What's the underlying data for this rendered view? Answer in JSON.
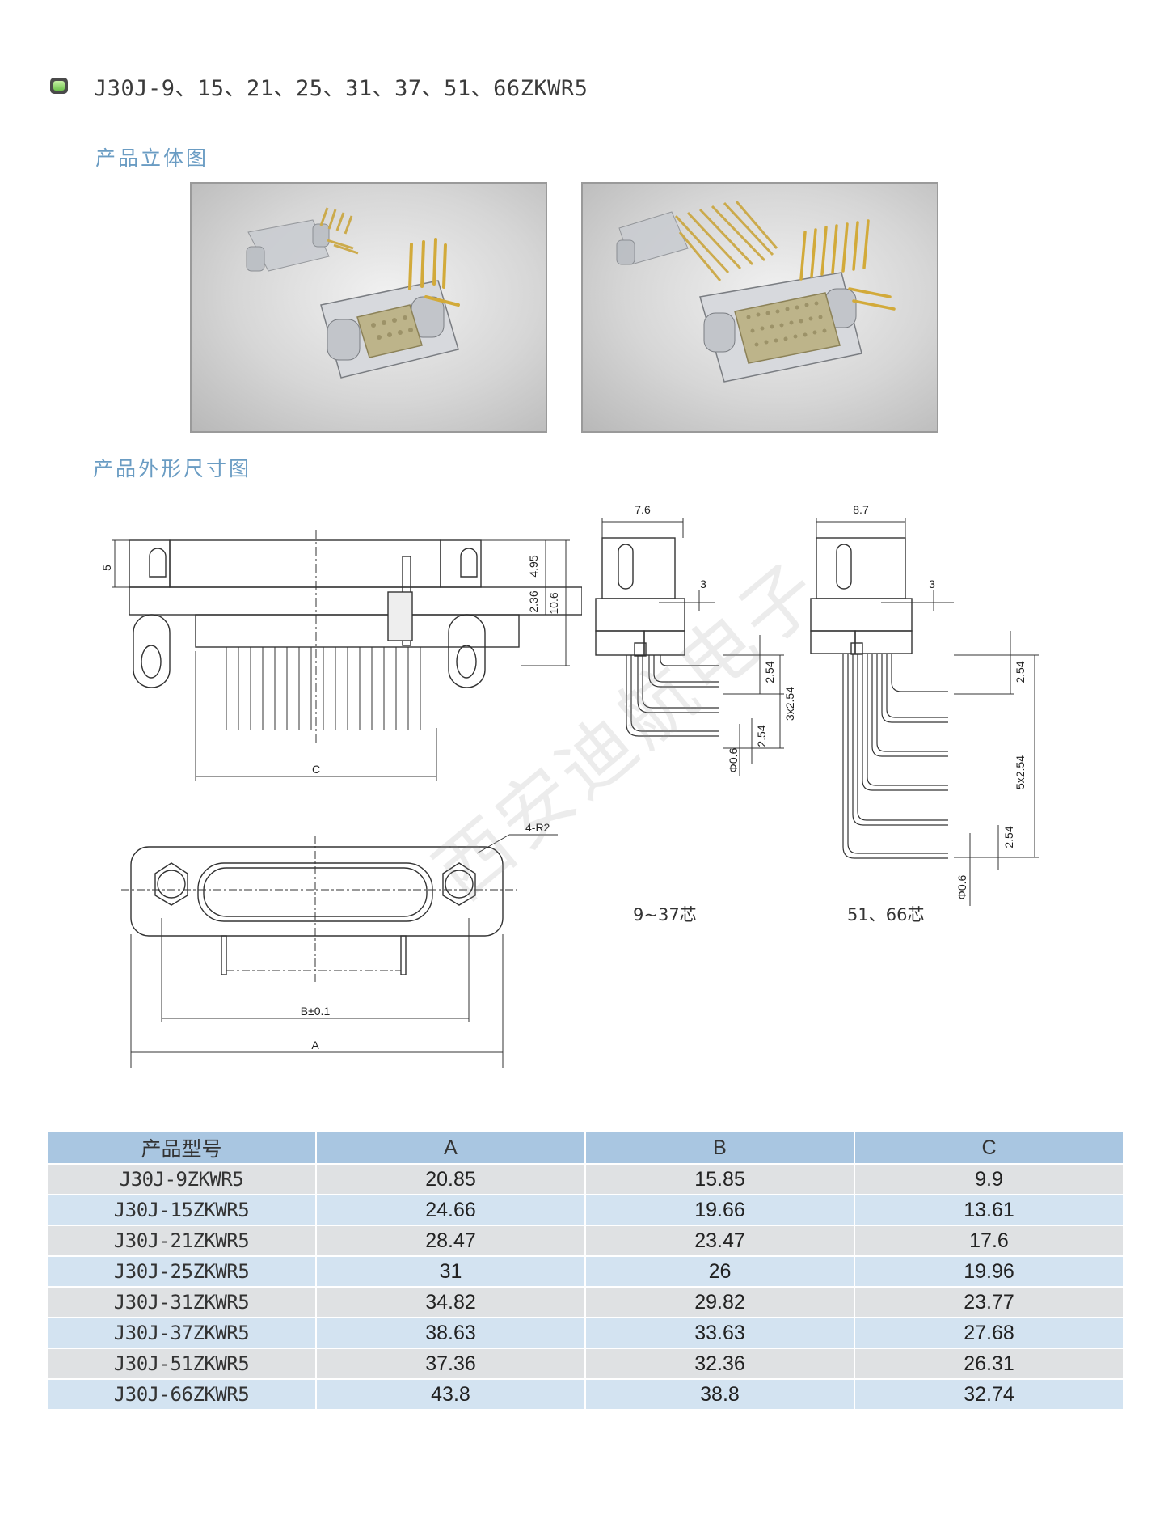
{
  "title": "J30J-9、15、21、25、31、37、51、66ZKWR5",
  "sections": {
    "photo_label": "产品立体图",
    "dimension_label": "产品外形尺寸图"
  },
  "watermark": "西安迪航电子",
  "drawing": {
    "front": {
      "dim_5": "5",
      "dim_4_95": "4.95",
      "dim_2_36": "2.36",
      "dim_10_6": "10.6",
      "dim_c": "C"
    },
    "bottom": {
      "dim_4r2": "4-R2",
      "dim_b": "B±0.1",
      "dim_a": "A"
    },
    "side_small": {
      "width": "7.6",
      "dim_3": "3",
      "dim_2_54a": "2.54",
      "dim_3x254": "3x2.54",
      "dim_2_54b": "2.54",
      "dim_phi": "Φ0.6",
      "caption": "9~37芯"
    },
    "side_large": {
      "width": "8.7",
      "dim_3": "3",
      "dim_2_54a": "2.54",
      "dim_5x254": "5x2.54",
      "dim_2_54b": "2.54",
      "dim_phi": "Φ0.6",
      "caption": "51、66芯"
    }
  },
  "table": {
    "headers": [
      "产品型号",
      "A",
      "B",
      "C"
    ],
    "rows": [
      [
        "J30J-9ZKWR5",
        "20.85",
        "15.85",
        "9.9"
      ],
      [
        "J30J-15ZKWR5",
        "24.66",
        "19.66",
        "13.61"
      ],
      [
        "J30J-21ZKWR5",
        "28.47",
        "23.47",
        "17.6"
      ],
      [
        "J30J-25ZKWR5",
        "31",
        "26",
        "19.96"
      ],
      [
        "J30J-31ZKWR5",
        "34.82",
        "29.82",
        "23.77"
      ],
      [
        "J30J-37ZKWR5",
        "38.63",
        "33.63",
        "27.68"
      ],
      [
        "J30J-51ZKWR5",
        "37.36",
        "32.36",
        "26.31"
      ],
      [
        "J30J-66ZKWR5",
        "43.8",
        "38.8",
        "32.74"
      ]
    ]
  }
}
